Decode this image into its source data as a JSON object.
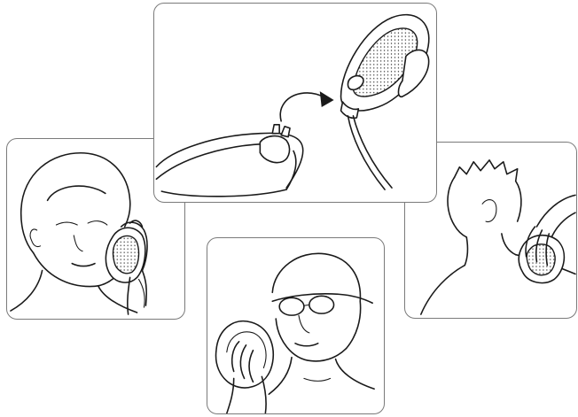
{
  "panels": [
    {
      "id": "top",
      "icon": "device-cradle-attach-icon"
    },
    {
      "id": "left",
      "icon": "device-on-ear-icon"
    },
    {
      "id": "bottom",
      "icon": "device-face-goggles-icon"
    },
    {
      "id": "right",
      "icon": "device-on-shoulder-icon"
    }
  ],
  "colors": {
    "line": "#1a1a1a",
    "border": "#7a7a7a",
    "background": "#ffffff"
  }
}
